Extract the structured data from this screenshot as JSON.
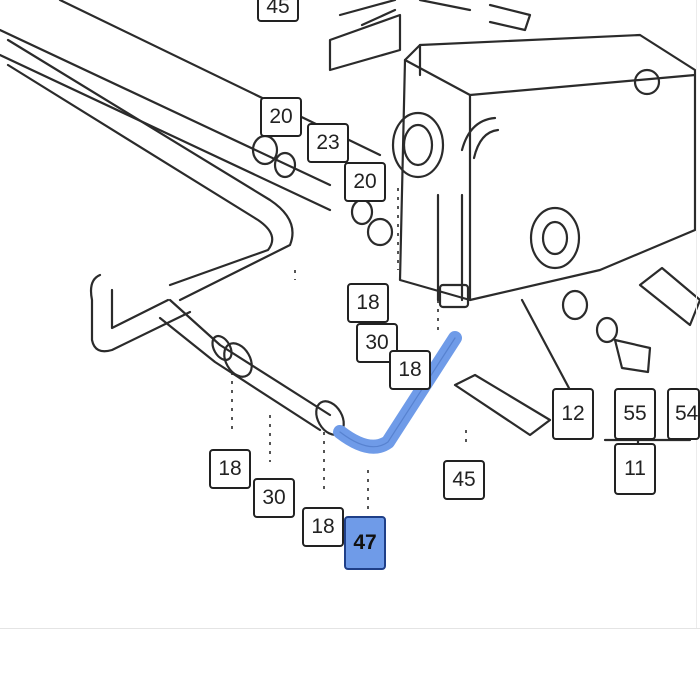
{
  "diagram": {
    "highlight_color": "#6f9be8",
    "line_color": "#2b2b2b",
    "highlighted_part": "47",
    "callouts": {
      "c45_top": "45",
      "c20_a": "20",
      "c23": "23",
      "c20_b": "20",
      "c18_a": "18",
      "c30_a": "30",
      "c18_b": "18",
      "c18_c": "18",
      "c30_b": "30",
      "c18_d": "18",
      "c47": "47",
      "c45_bottom": "45",
      "c12": "12",
      "c55": "55",
      "c54": "54",
      "c11": "11"
    }
  }
}
